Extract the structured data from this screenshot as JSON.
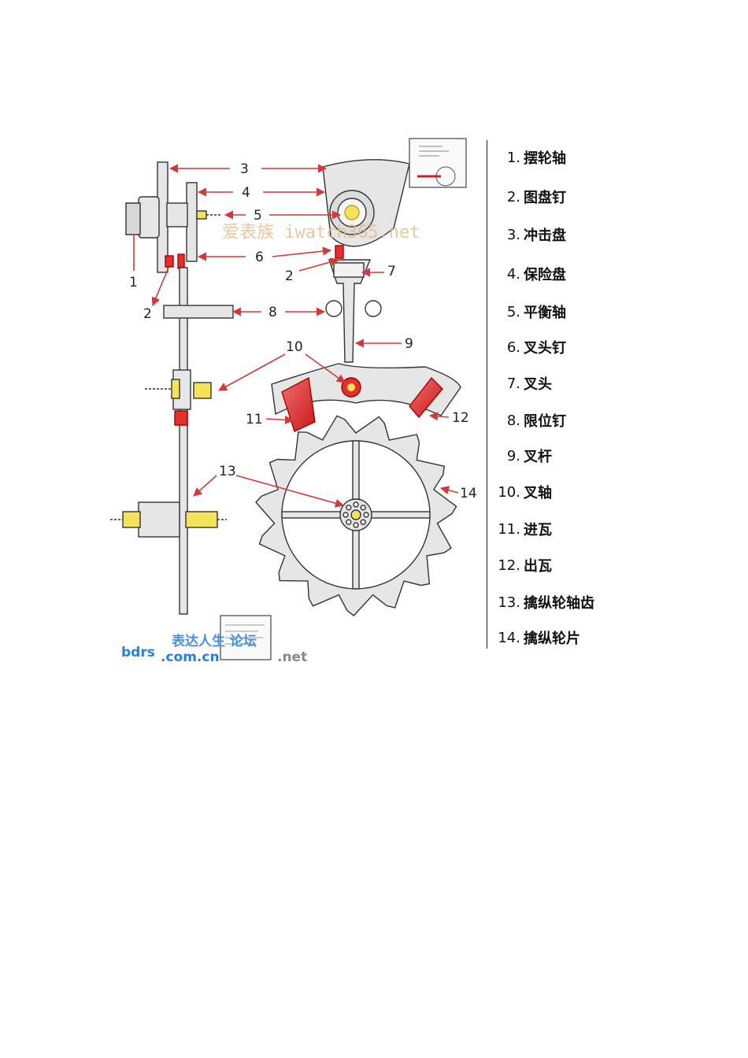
{
  "legend": [
    {
      "num": "1.",
      "text": "摆轮轴"
    },
    {
      "num": "2.",
      "text": "图盘钉"
    },
    {
      "num": "3.",
      "text": "冲击盘"
    },
    {
      "num": "4.",
      "text": "保险盘"
    },
    {
      "num": "5.",
      "text": "平衡轴"
    },
    {
      "num": "6.",
      "text": "叉头钉"
    },
    {
      "num": "7.",
      "text": "叉头"
    },
    {
      "num": "8.",
      "text": "限位钉"
    },
    {
      "num": "9.",
      "text": "叉杆"
    },
    {
      "num": "10.",
      "text": "叉轴"
    },
    {
      "num": "11.",
      "text": "进瓦"
    },
    {
      "num": "12.",
      "text": "出瓦"
    },
    {
      "num": "13.",
      "text": "擒纵轮轴齿"
    },
    {
      "num": "14.",
      "text": "擒纵轮片"
    }
  ],
  "callouts": {
    "c1": "1",
    "c2a": "2",
    "c2b": "2",
    "c3": "3",
    "c4": "4",
    "c5": "5",
    "c6": "6",
    "c7": "7",
    "c8": "8",
    "c9": "9",
    "c10": "10",
    "c11": "11",
    "c12": "12",
    "c13": "13",
    "c14": "14"
  },
  "watermarks": {
    "top": "爱表族 iwatch365.net",
    "bottom_logo": "bdrs",
    "bottom_domain": ".com.cn",
    "bottom_cn": "表达人生 论坛",
    "bottom_net": ".net"
  },
  "colors": {
    "line": "#333333",
    "arrow": "#d23a3a",
    "jewel": "#e0322c",
    "yellow": "#f4e25a",
    "metal": "#dcdcdc"
  }
}
